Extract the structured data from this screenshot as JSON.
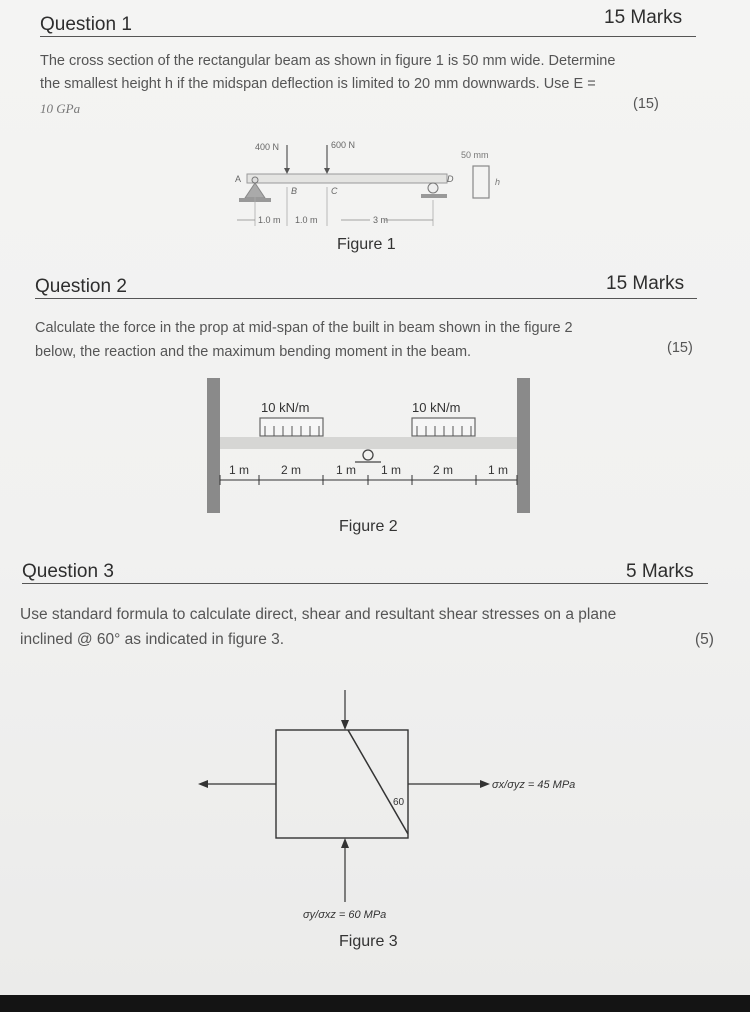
{
  "q1": {
    "title": "Question 1",
    "marks": "15 Marks",
    "line1": "The cross section of the rectangular beam as shown in figure 1 is 50 mm wide. Determine",
    "line2": "the smallest height h if the midspan deflection is limited to 20 mm downwards. Use E =",
    "line3": "10 GPa",
    "points": "(15)",
    "figure": {
      "caption": "Figure 1",
      "load1": "400 N",
      "load2": "600 N",
      "width_label": "50 mm",
      "height_label": "h",
      "pt_a": "A",
      "pt_b": "B",
      "pt_c": "C",
      "pt_d": "D",
      "span1": "1.0 m",
      "span2": "1.0 m",
      "span3": "3 m"
    }
  },
  "q2": {
    "title": "Question 2",
    "marks": "15 Marks",
    "line1": "Calculate the force in the prop at mid-span of the built in beam shown in the figure 2",
    "line2": "below, the reaction and the maximum bending moment in the beam.",
    "points": "(15)",
    "figure": {
      "caption": "Figure 2",
      "udl_left": "10 kN/m",
      "udl_right": "10 kN/m",
      "dims": [
        "1 m",
        "2 m",
        "1 m",
        "1 m",
        "2 m",
        "1 m"
      ]
    }
  },
  "q3": {
    "title": "Question 3",
    "marks": "5 Marks",
    "line1": "Use standard formula to calculate direct, shear and resultant shear stresses on a plane",
    "line2": "inclined @ 60° as indicated in figure 3.",
    "points": "(5)",
    "figure": {
      "caption": "Figure 3",
      "angle": "60",
      "stress_x": "σx/σyz = 45 MPa",
      "stress_y": "σy/σxz = 60 MPa"
    }
  }
}
